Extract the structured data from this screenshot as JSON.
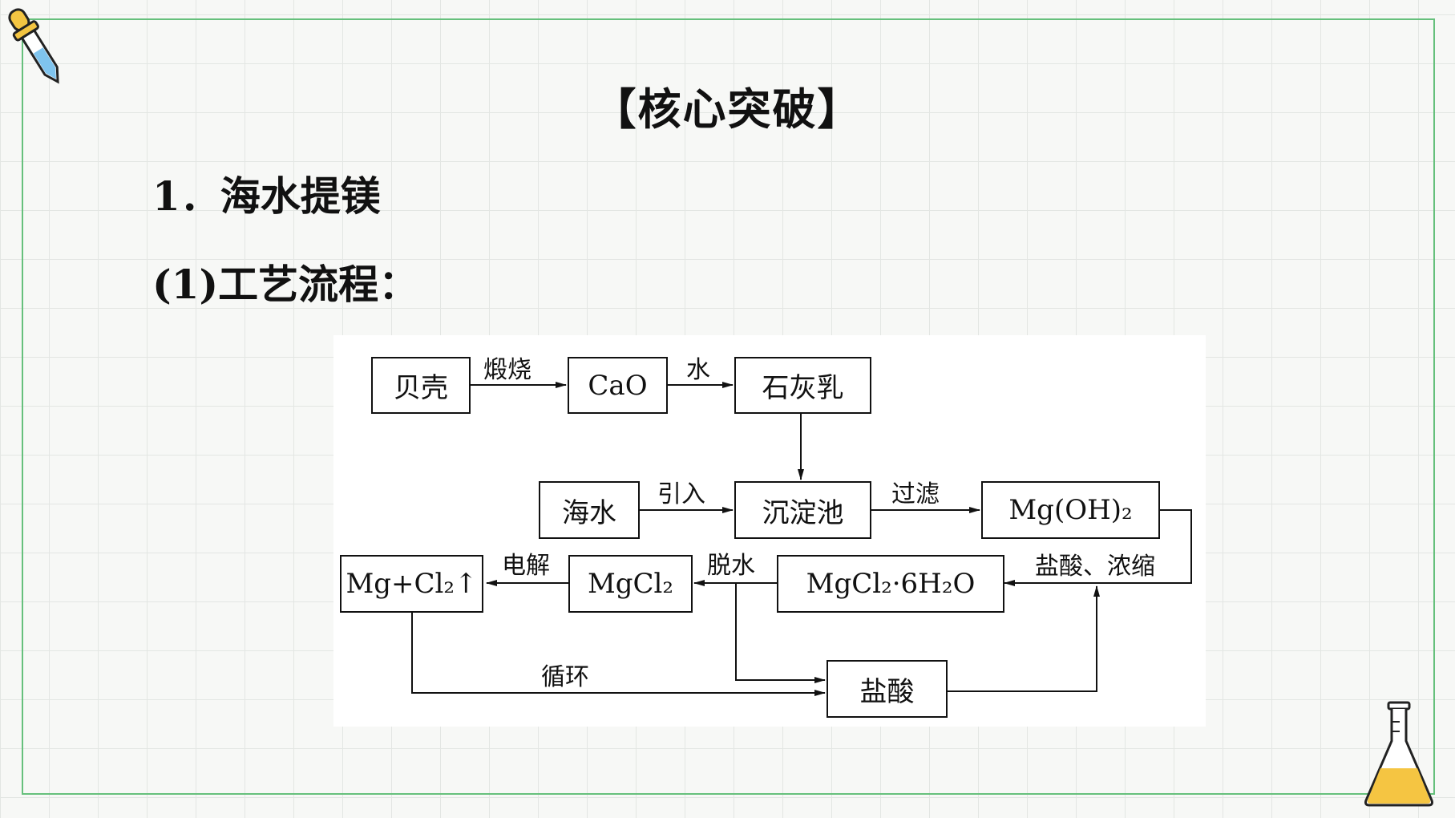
{
  "heading": "【核心突破】",
  "section": {
    "title": "1．海水提镁"
  },
  "subsection": {
    "title": "(1)工艺流程："
  },
  "diagram": {
    "nodes": {
      "shell": "贝壳",
      "cao": "CaO",
      "lime_milk": "石灰乳",
      "seawater": "海水",
      "settling_tank": "沉淀池",
      "mgoh2": "Mg(OH)₂",
      "mg_cl2_product": "Mg+Cl₂↑",
      "mgcl2": "MgCl₂",
      "mgcl2_hydrate": "MgCl₂·6H₂O",
      "hcl": "盐酸"
    },
    "edge_labels": {
      "calcine": "煅烧",
      "water": "水",
      "introduce": "引入",
      "filter": "过滤",
      "electrolysis": "电解",
      "dehydrate": "脱水",
      "hcl_concentrate": "盐酸、浓缩",
      "cycle": "循环"
    }
  },
  "colors": {
    "frame": "#66c07c",
    "grid": "#e3e6e3",
    "flask_liquid": "#f5c542"
  },
  "icons": [
    "dropper-icon",
    "flask-icon"
  ]
}
